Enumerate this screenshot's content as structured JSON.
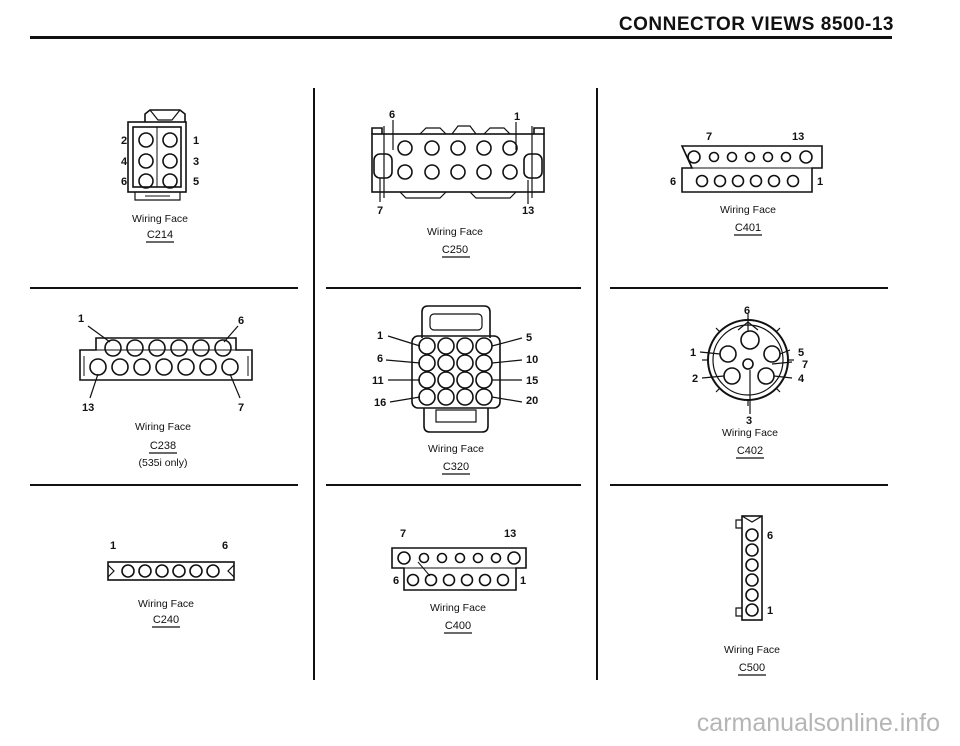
{
  "header": {
    "title": "CONNECTOR VIEWS   8500-13"
  },
  "caption_text": "Wiring Face",
  "connectors": {
    "c214": {
      "id": "C214",
      "pins": [
        "2",
        "1",
        "4",
        "3",
        "6",
        "5"
      ]
    },
    "c250": {
      "id": "C250",
      "pins": [
        "6",
        "1",
        "7",
        "13"
      ]
    },
    "c401": {
      "id": "C401",
      "pins": [
        "7",
        "13",
        "6",
        "1"
      ]
    },
    "c238": {
      "id": "C238",
      "note": "(535i only)",
      "pins": [
        "1",
        "6",
        "13",
        "7"
      ]
    },
    "c320": {
      "id": "C320",
      "pins": [
        "1",
        "5",
        "6",
        "10",
        "11",
        "15",
        "16",
        "20"
      ]
    },
    "c402": {
      "id": "C402",
      "pins": [
        "6",
        "1",
        "5",
        "7",
        "2",
        "4",
        "3"
      ]
    },
    "c240": {
      "id": "C240",
      "pins": [
        "1",
        "6"
      ]
    },
    "c400": {
      "id": "C400",
      "pins": [
        "7",
        "13",
        "6",
        "1"
      ]
    },
    "c500": {
      "id": "C500",
      "pins": [
        "6",
        "1"
      ]
    }
  },
  "watermark": "carmanualsonline.info"
}
